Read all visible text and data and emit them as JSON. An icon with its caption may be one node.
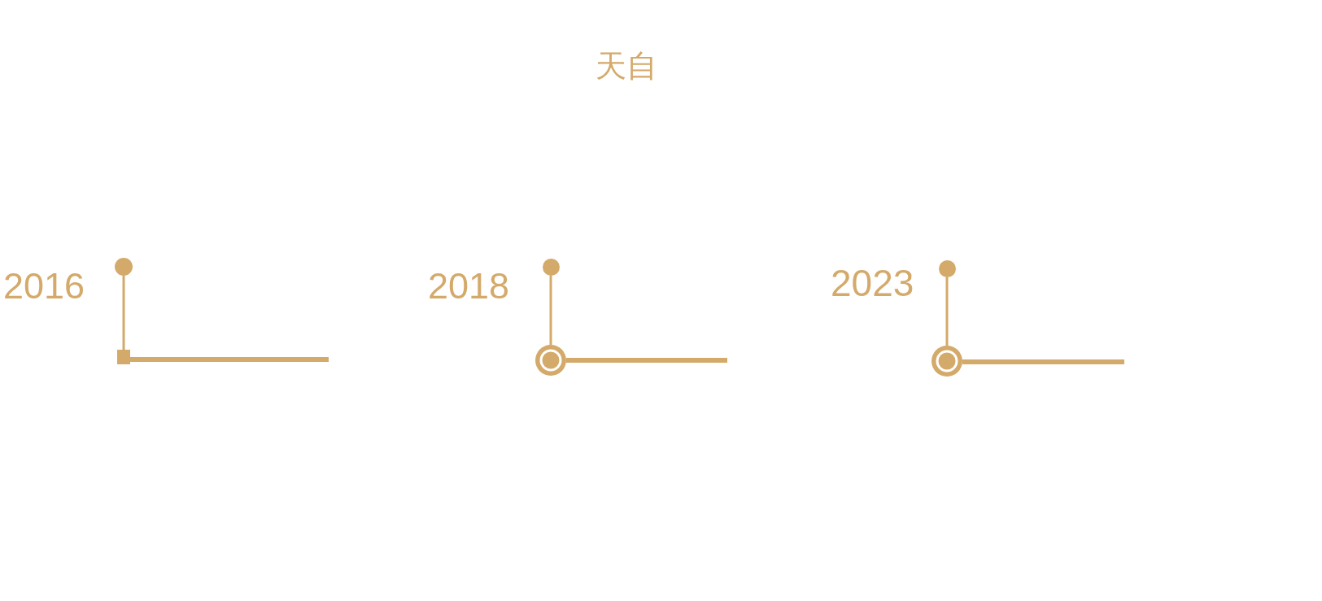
{
  "diagram": {
    "title": "天自",
    "nodes": [
      {
        "text": [],
        "shape": "circle",
        "beside": [
          "2016"
        ]
      },
      {
        "text": [],
        "shape": "square"
      },
      {
        "text": [],
        "shape": "circle",
        "beside": [
          "2018"
        ]
      },
      {
        "text": [],
        "shape": "ring"
      },
      {
        "text": [],
        "shape": "circle",
        "beside": [
          "2023"
        ]
      },
      {
        "text": [],
        "shape": "ring"
      }
    ],
    "edges": [
      {
        "from": 0,
        "to": 1,
        "arrow": "none"
      },
      {
        "from": 1,
        "to": null,
        "arrow": "none",
        "style": "thick"
      },
      {
        "from": 2,
        "to": 3,
        "arrow": "none"
      },
      {
        "from": 3,
        "to": null,
        "arrow": "none",
        "style": "thick"
      },
      {
        "from": 4,
        "to": 5,
        "arrow": "none"
      },
      {
        "from": 5,
        "to": null,
        "arrow": "none",
        "style": "thick"
      }
    ]
  }
}
